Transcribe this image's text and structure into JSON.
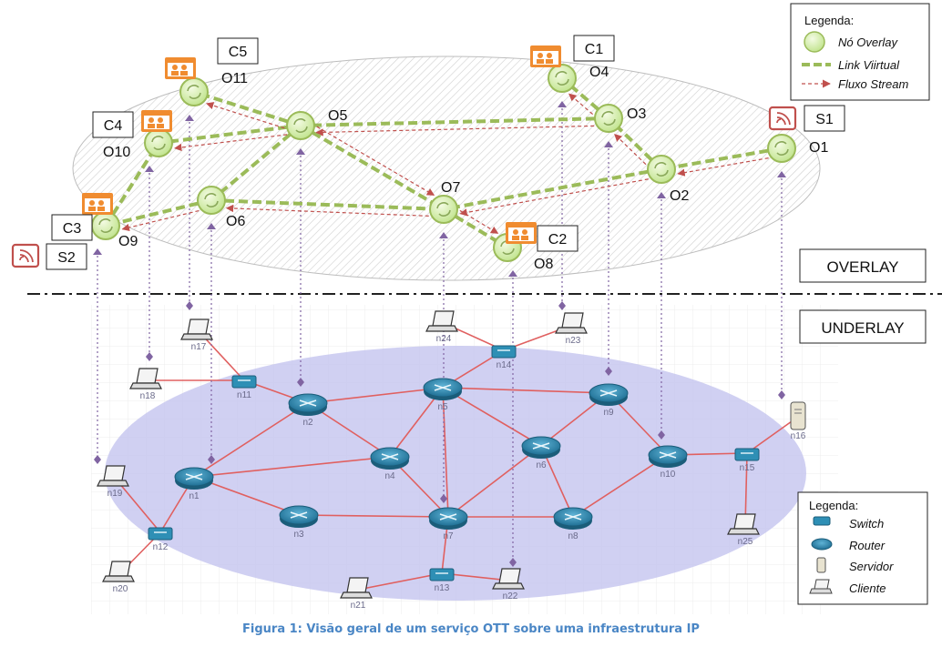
{
  "legend_overlay": {
    "title": "Legenda:",
    "items": [
      "Nó Overlay",
      "Link Viirtual",
      "Fluxo Stream"
    ]
  },
  "legend_underlay": {
    "title": "Legenda:",
    "items": [
      "Switch",
      "Router",
      "Servidor",
      "Cliente"
    ]
  },
  "layers": {
    "overlay": "OVERLAY",
    "underlay": "UNDERLAY"
  },
  "overlay_nodes": [
    "O1",
    "O2",
    "O3",
    "O4",
    "O5",
    "O6",
    "O7",
    "O8",
    "O9",
    "O10",
    "O11"
  ],
  "clients": [
    "C1",
    "C2",
    "C3",
    "C4",
    "C5"
  ],
  "servers": [
    "S1",
    "S2"
  ],
  "underlay_nodes": [
    "n1",
    "n2",
    "n3",
    "n4",
    "n5",
    "n6",
    "n7",
    "n8",
    "n9",
    "n10",
    "n11",
    "n12",
    "n13",
    "n14",
    "n15",
    "n16",
    "n17",
    "n18",
    "n19",
    "n20",
    "n21",
    "n22",
    "n23",
    "n24",
    "n25"
  ],
  "caption": "Figura 1: Visão geral de um serviço OTT sobre uma infraestrutura IP",
  "colors": {
    "overlay_node": "#d6f0a8",
    "virtual_link": "#9bbb59",
    "stream": "#c0504d",
    "underlay_link": "#e06060",
    "underlay_plane": "#c8c8f0",
    "router": "#2e8fb5",
    "projection": "#8064a2",
    "client_icon": "#f08c30",
    "server_icon": "#c0504d"
  }
}
